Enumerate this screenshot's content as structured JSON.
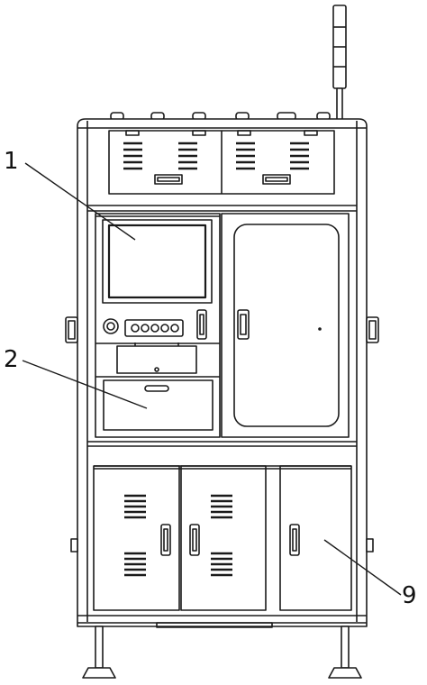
{
  "figure": {
    "callouts": [
      {
        "id": "1",
        "label": "1"
      },
      {
        "id": "2",
        "label": "2"
      },
      {
        "id": "9",
        "label": "9"
      }
    ]
  }
}
